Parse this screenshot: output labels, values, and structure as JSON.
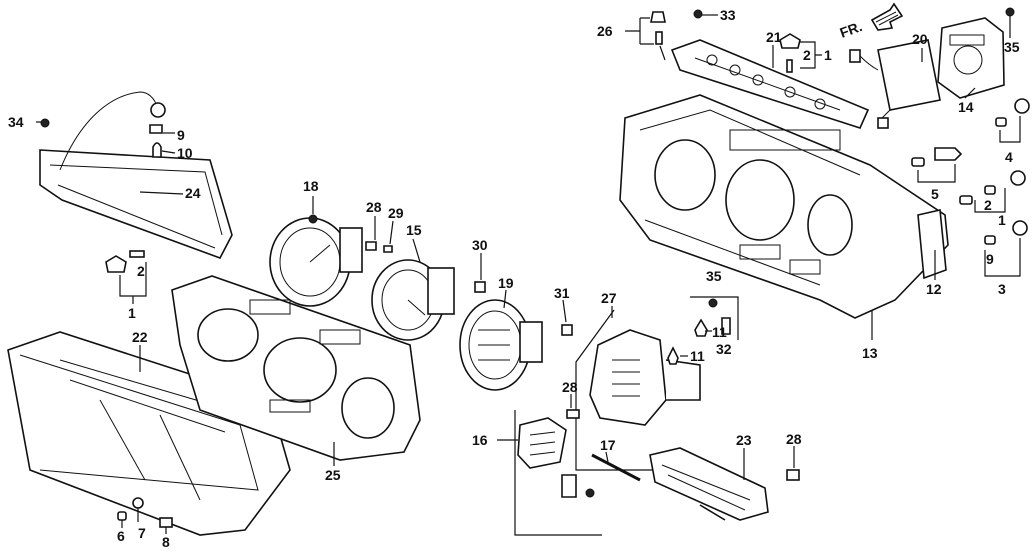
{
  "diagram": {
    "direction_label": "FR.",
    "callouts": [
      {
        "id": "c34",
        "text": "34"
      },
      {
        "id": "c9a",
        "text": "9"
      },
      {
        "id": "c10",
        "text": "10"
      },
      {
        "id": "c24",
        "text": "24"
      },
      {
        "id": "c2a",
        "text": "2"
      },
      {
        "id": "c1a",
        "text": "1"
      },
      {
        "id": "c22",
        "text": "22"
      },
      {
        "id": "c6",
        "text": "6"
      },
      {
        "id": "c7",
        "text": "7"
      },
      {
        "id": "c8",
        "text": "8"
      },
      {
        "id": "c18",
        "text": "18"
      },
      {
        "id": "c28a",
        "text": "28"
      },
      {
        "id": "c29",
        "text": "29"
      },
      {
        "id": "c15",
        "text": "15"
      },
      {
        "id": "c30",
        "text": "30"
      },
      {
        "id": "c19",
        "text": "19"
      },
      {
        "id": "c25",
        "text": "25"
      },
      {
        "id": "c31",
        "text": "31"
      },
      {
        "id": "c27",
        "text": "27"
      },
      {
        "id": "c35a",
        "text": "35"
      },
      {
        "id": "c11a",
        "text": "11"
      },
      {
        "id": "c11b",
        "text": "11"
      },
      {
        "id": "c32",
        "text": "32"
      },
      {
        "id": "c28b",
        "text": "28"
      },
      {
        "id": "c16",
        "text": "16"
      },
      {
        "id": "c17",
        "text": "17"
      },
      {
        "id": "c23",
        "text": "23"
      },
      {
        "id": "c28c",
        "text": "28"
      },
      {
        "id": "c26",
        "text": "26"
      },
      {
        "id": "c33",
        "text": "33"
      },
      {
        "id": "c21",
        "text": "21"
      },
      {
        "id": "c2b",
        "text": "2"
      },
      {
        "id": "c1b",
        "text": "1"
      },
      {
        "id": "c20",
        "text": "20"
      },
      {
        "id": "c35b",
        "text": "35"
      },
      {
        "id": "c14",
        "text": "14"
      },
      {
        "id": "c4",
        "text": "4"
      },
      {
        "id": "c5",
        "text": "5"
      },
      {
        "id": "c2c",
        "text": "2"
      },
      {
        "id": "c1c",
        "text": "1"
      },
      {
        "id": "c9b",
        "text": "9"
      },
      {
        "id": "c3",
        "text": "3"
      },
      {
        "id": "c12",
        "text": "12"
      },
      {
        "id": "c13",
        "text": "13"
      }
    ]
  }
}
